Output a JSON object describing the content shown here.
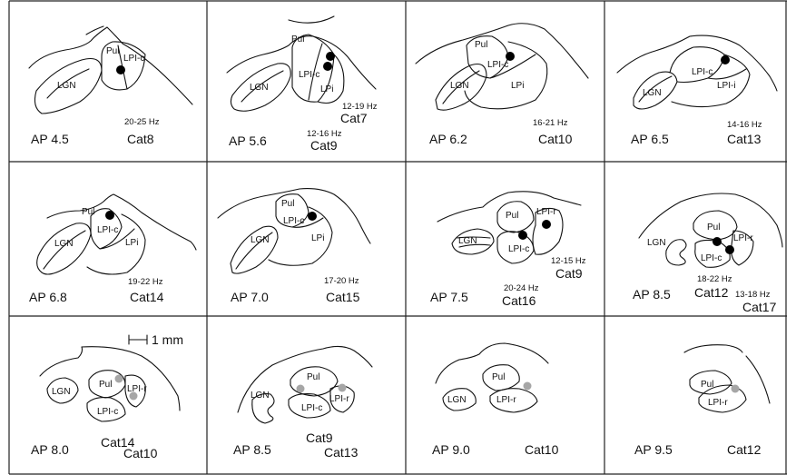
{
  "figure": {
    "scale_bar_label": "1 mm",
    "colors": {
      "background": "#ffffff",
      "line": "#111111",
      "dot_black": "#000000",
      "dot_gray": "#a6a6a6"
    },
    "panels": [
      {
        "ap": "AP 4.5",
        "cats": [
          {
            "cat": "Cat8",
            "freq": "20-25 Hz"
          }
        ],
        "regions": [
          "LGN",
          "Pul",
          "LPI-c"
        ],
        "dots": [
          "black"
        ]
      },
      {
        "ap": "AP 5.6",
        "cats": [
          {
            "cat": "Cat7",
            "freq": "12-19 Hz"
          },
          {
            "cat": "Cat9",
            "freq": "12-16 Hz"
          }
        ],
        "regions": [
          "Pul",
          "LGN",
          "LPI-c",
          "LPi"
        ],
        "dots": [
          "black",
          "black"
        ]
      },
      {
        "ap": "AP 6.2",
        "cats": [
          {
            "cat": "Cat10",
            "freq": "16-21 Hz"
          }
        ],
        "regions": [
          "Pul",
          "LPI-c",
          "LGN",
          "LPi"
        ],
        "dots": [
          "black"
        ]
      },
      {
        "ap": "AP 6.5",
        "cats": [
          {
            "cat": "Cat13",
            "freq": "14-16 Hz"
          }
        ],
        "regions": [
          "LPI-c",
          "LGN",
          "LPI-i"
        ],
        "dots": [
          "black"
        ]
      },
      {
        "ap": "AP 6.8",
        "cats": [
          {
            "cat": "Cat14",
            "freq": "19-22 Hz"
          }
        ],
        "regions": [
          "Pul",
          "LPI-c",
          "LGN",
          "LPi"
        ],
        "dots": [
          "black"
        ]
      },
      {
        "ap": "AP 7.0",
        "cats": [
          {
            "cat": "Cat15",
            "freq": "17-20 Hz"
          }
        ],
        "regions": [
          "Pul",
          "LPI-c",
          "LGN",
          "LPi"
        ],
        "dots": [
          "black"
        ]
      },
      {
        "ap": "AP 7.5",
        "cats": [
          {
            "cat": "Cat9",
            "freq": "12-15 Hz"
          },
          {
            "cat": "Cat16",
            "freq": "20-24 Hz"
          }
        ],
        "regions": [
          "Pul",
          "LPI-r",
          "LGN",
          "LPI-c"
        ],
        "dots": [
          "black",
          "black"
        ]
      },
      {
        "ap": "AP 8.5",
        "cats": [
          {
            "cat": "Cat12",
            "freq": "18-22 Hz"
          },
          {
            "cat": "Cat17",
            "freq": "13-18 Hz"
          }
        ],
        "regions": [
          "Pul",
          "LGN",
          "LPI-r",
          "LPI-c"
        ],
        "dots": [
          "black",
          "black"
        ]
      },
      {
        "ap": "AP 8.0",
        "cats": [
          {
            "cat": "Cat14",
            "freq": ""
          },
          {
            "cat": "Cat10",
            "freq": ""
          }
        ],
        "regions": [
          "LGN",
          "Pul",
          "LPI-r",
          "LPI-c"
        ],
        "dots": [
          "gray",
          "gray"
        ]
      },
      {
        "ap": "AP 8.5",
        "cats": [
          {
            "cat": "Cat9",
            "freq": ""
          },
          {
            "cat": "Cat13",
            "freq": ""
          }
        ],
        "regions": [
          "Pul",
          "LGN",
          "LPI-c",
          "LPI-r"
        ],
        "dots": [
          "gray",
          "gray"
        ]
      },
      {
        "ap": "AP 9.0",
        "cats": [
          {
            "cat": "Cat10",
            "freq": ""
          }
        ],
        "regions": [
          "Pul",
          "LGN",
          "LPI-r"
        ],
        "dots": [
          "gray"
        ]
      },
      {
        "ap": "AP 9.5",
        "cats": [
          {
            "cat": "Cat12",
            "freq": ""
          }
        ],
        "regions": [
          "Pul",
          "LPI-r"
        ],
        "dots": [
          "gray"
        ]
      }
    ]
  }
}
